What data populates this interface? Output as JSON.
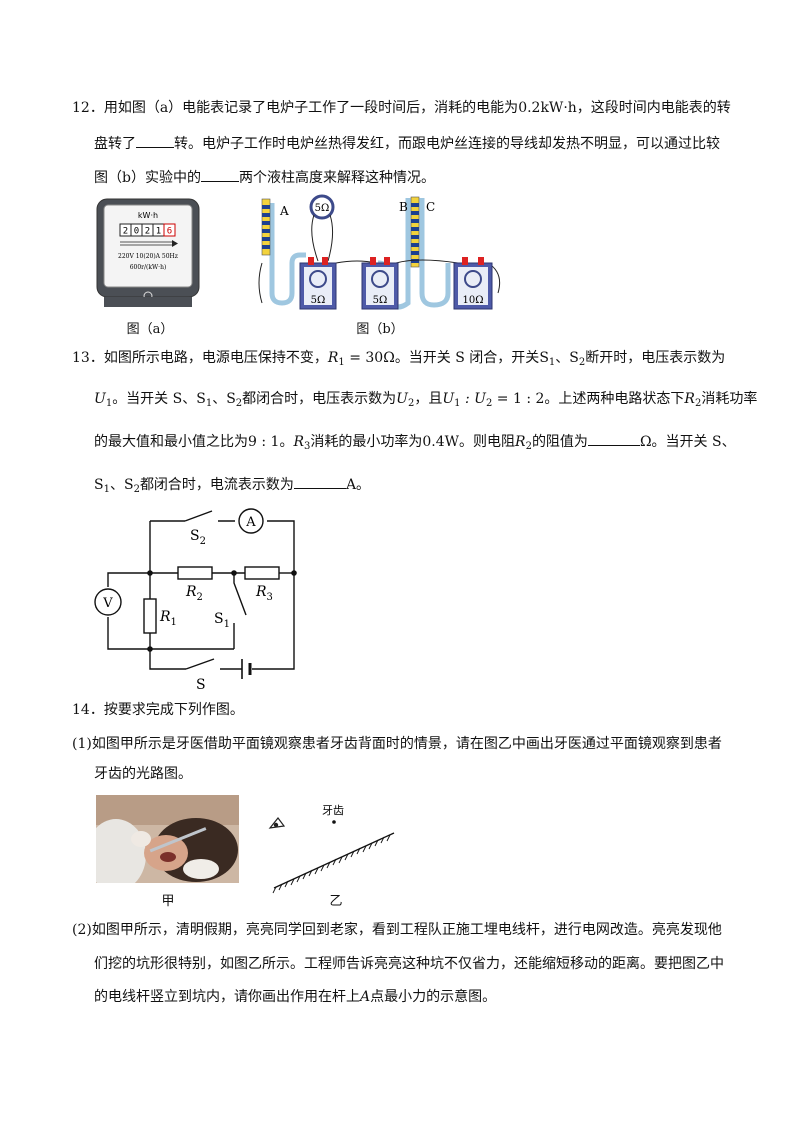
{
  "q12": {
    "num": "12．",
    "l1a": "用如图（a）电能表记录了电炉子工作了一段时间后，消耗的电能为",
    "l1b": "0.2kW·h",
    "l1c": "，这段时间内电能表的转",
    "l2a": "盘转了",
    "l2b": "转。电炉子工作时电炉丝热得发红，而跟电炉丝连接的导线却发热不明显，可以通过比较",
    "l3a": "图（b）实验中的",
    "l3b": "两个液柱高度来解释这种情况。",
    "meter": {
      "unit": "kW·h",
      "digits": [
        "2",
        "0",
        "2",
        "1",
        "6"
      ],
      "spec": "220V 10(20)A 50Hz",
      "rate": "600r/(kW·h)"
    },
    "exp": {
      "A": "A",
      "B": "B",
      "C": "C",
      "r_top": "5Ω",
      "r1": "5Ω",
      "r2": "5Ω",
      "r3": "10Ω"
    },
    "cap_a": "图（a）",
    "cap_b": "图（b）"
  },
  "q13": {
    "num": "13．",
    "l1a": "如图所示电路，电源电压保持不变，",
    "r1eq": "R",
    "r1sub": "1",
    "r1val": " = 30Ω",
    "l1b": "。当开关 S 闭合，开关",
    "s1": "S",
    "s1sub": "1",
    "sep": "、",
    "s2sub": "2",
    "l1c": "断开时，电压表示数为",
    "l2a": "U",
    "l2sub": "1",
    "l2b": "。当开关 S、S",
    "l2c": "都闭合时，电压表示数为",
    "l2d": "，且",
    "ratio1": " : U",
    "ratio2": " = 1 : 2",
    "l2e": "。上述两种电路状态下",
    "l2f": "R",
    "l2g": "消耗功率",
    "l3a": "的最大值和最小值之比为",
    "l3b": "9 : 1",
    "l3c": "。",
    "l3d": "R",
    "l3sub": "3",
    "l3e": "消耗的最小功率为",
    "l3f": "0.4W",
    "l3g": "。则电阻",
    "l3h": "的阻值为",
    "l3i": "Ω。当开关 S、",
    "l4a": "S",
    "l4b": "、S",
    "l4c": "都闭合时，电流表示数为",
    "l4d": "A。",
    "circuit": {
      "S2": "S",
      "S2sub": "2",
      "A": "A",
      "V": "V",
      "R2": "R",
      "R2sub": "2",
      "R3": "R",
      "R3sub": "3",
      "R1": "R",
      "R1sub": "1",
      "S1": "S",
      "S1sub": "1",
      "S": "S"
    }
  },
  "q14": {
    "num": "14．",
    "title": "按要求完成下列作图。",
    "p1a": "(1)如图甲所示是牙医借助平面镜观察患者牙齿背面时的情景，请在图乙中画出牙医通过平面镜观察到患者",
    "p1b": "牙齿的光路图。",
    "tooth": "牙齿",
    "cap_jia": "甲",
    "cap_yi": "乙",
    "p2a": "(2)如图甲所示，清明假期，亮亮同学回到老家，看到工程队正施工埋电线杆，进行电网改造。亮亮发现他",
    "p2b": "们挖的坑形很特别，如图乙所示。工程师告诉亮亮这种坑不仅省力，还能缩短移动的距离。要把图乙中",
    "p2c": "的电线杆竖立到坑内，请你画出作用在杆上",
    "p2d": "A",
    "p2e": "点最小力的示意图。"
  }
}
